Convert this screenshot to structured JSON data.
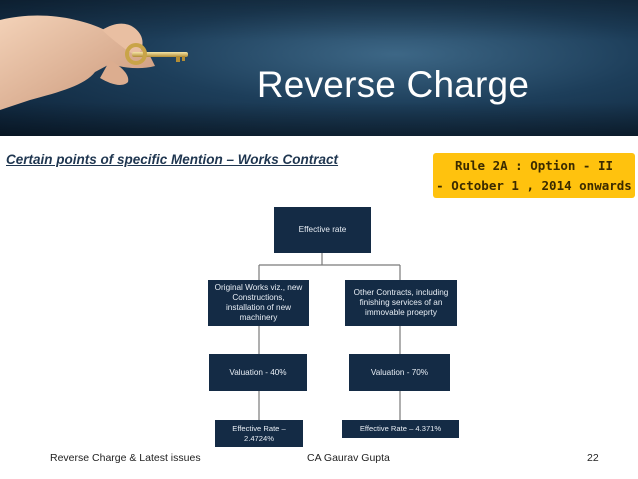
{
  "header": {
    "title": "Reverse Charge"
  },
  "subtitle": "Certain points of specific Mention – Works Contract",
  "rule_box": {
    "line1": "Rule 2A : Option - II",
    "line2": "- October 1 , 2014 onwards"
  },
  "diagram": {
    "root": "Effective rate",
    "left": {
      "category": "Original Works viz., new Constructions, installation of new machinery",
      "valuation": "Valuation - 40%",
      "rate": "Effective Rate – 2.4724%"
    },
    "right": {
      "category": "Other Contracts, including finishing services of an immovable proeprty",
      "valuation": "Valuation - 70%",
      "rate": "Effective Rate – 4.371%"
    }
  },
  "footer": {
    "left": "Reverse Charge & Latest issues",
    "center": "CA Gaurav Gupta",
    "page": "22"
  }
}
